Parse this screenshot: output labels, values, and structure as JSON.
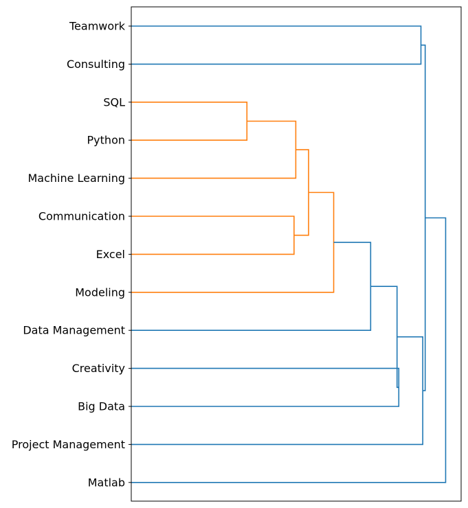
{
  "chart_data": {
    "type": "dendrogram",
    "orientation": "left",
    "leaves": [
      "Teamwork",
      "Consulting",
      "SQL",
      "Python",
      "Machine Learning",
      "Communication",
      "Excel",
      "Modeling",
      "Data Management",
      "Creativity",
      "Big Data",
      "Project Management",
      "Matlab"
    ],
    "merges": [
      {
        "a": "L2",
        "b": "L3",
        "height": 1.718,
        "id": "SQL+Python",
        "color": "#ff7f0e"
      },
      {
        "a": "SQL+Python",
        "b": "L4",
        "height": 2.444,
        "id": "C1",
        "color": "#ff7f0e"
      },
      {
        "a": "L5",
        "b": "L6",
        "height": 2.418,
        "id": "C2",
        "color": "#ff7f0e"
      },
      {
        "a": "C1",
        "b": "C2",
        "height": 2.634,
        "id": "C3",
        "color": "#ff7f0e"
      },
      {
        "a": "C3",
        "b": "L7",
        "height": 3.007,
        "id": "C4",
        "color": "#ff7f0e"
      },
      {
        "a": "C4",
        "b": "L8",
        "height": 3.556,
        "id": "C5",
        "color": "#1f77b4"
      },
      {
        "a": "L9",
        "b": "L10",
        "height": 3.974,
        "id": "C6",
        "color": "#1f77b4"
      },
      {
        "a": "C5",
        "b": "C6",
        "height": 3.948,
        "id": "C7",
        "color": "#1f77b4"
      },
      {
        "a": "L0",
        "b": "L1",
        "height": 4.303,
        "id": "C8",
        "color": "#1f77b4"
      },
      {
        "a": "C7",
        "b": "L11",
        "height": 4.33,
        "id": "C9",
        "color": "#1f77b4"
      },
      {
        "a": "C8",
        "b": "C9",
        "height": 4.366,
        "id": "C10",
        "color": "#1f77b4"
      },
      {
        "a": "C10",
        "b": "L12",
        "height": 4.67,
        "id": "C11",
        "color": "#1f77b4"
      }
    ],
    "x_range": [
      0,
      4.9
    ],
    "grid": false,
    "colors": {
      "cluster": "#ff7f0e",
      "above_threshold": "#1f77b4"
    }
  }
}
